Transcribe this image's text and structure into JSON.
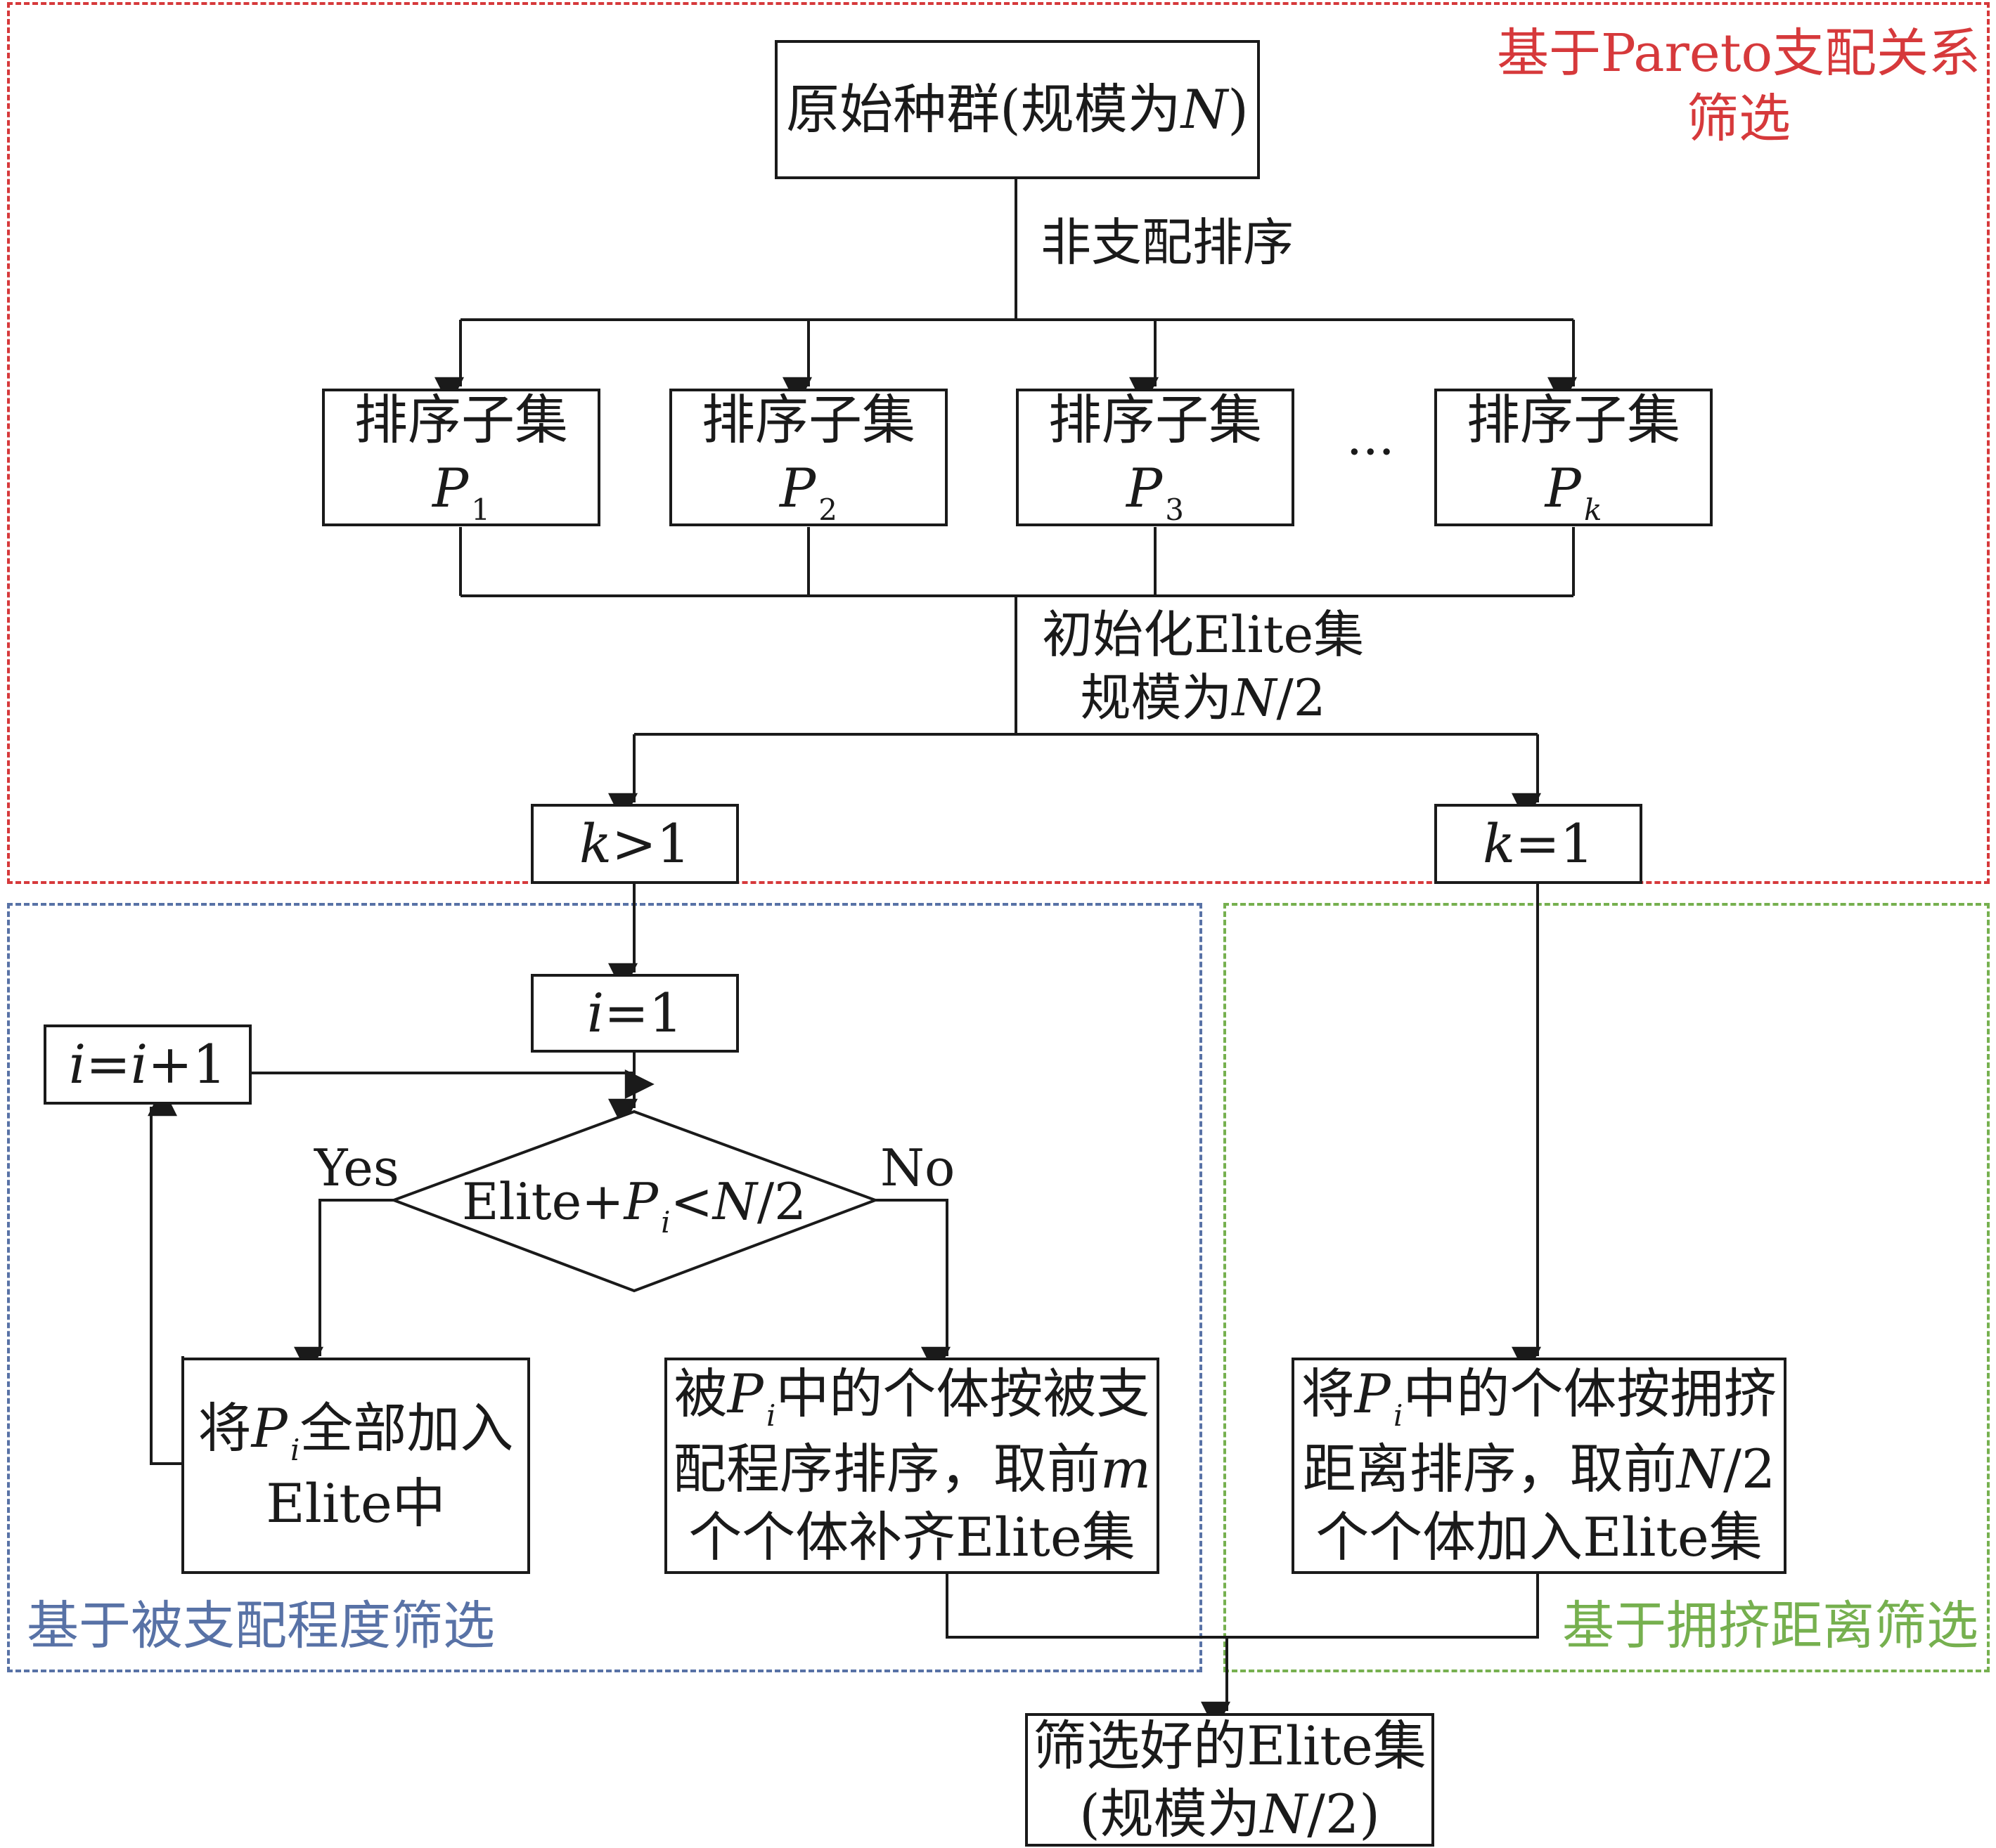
{
  "regions": {
    "pareto_title_line1": "基于Pareto支配关系",
    "pareto_title_line2": "筛选",
    "dominance_title": "基于被支配程度筛选",
    "crowding_title": "基于拥挤距离筛选"
  },
  "nodes": {
    "start": {
      "pre": "原始种群(规模为",
      "var": "N",
      "post": ")"
    },
    "sort_label": "非支配排序",
    "subset_label": "排序子集",
    "subsets": [
      {
        "var": "P",
        "sub": "1"
      },
      {
        "var": "P",
        "sub": "2"
      },
      {
        "var": "P",
        "sub": "3"
      },
      {
        "var": "P",
        "sub": "k"
      }
    ],
    "ellipsis": "···",
    "init_line1": "初始化Elite集",
    "init_line2_pre": "规模为",
    "init_line2_var": "N",
    "init_line2_post": "/2",
    "cond_k_gt": {
      "var": "k",
      "op": ">1"
    },
    "cond_k_eq": {
      "var": "k",
      "op": "=1"
    },
    "i_init": {
      "var": "i",
      "op": "=1"
    },
    "i_incr": {
      "var1": "i",
      "eq": "=",
      "var2": "i",
      "post": "+1"
    },
    "decision": {
      "pre": "Elite+",
      "var": "P",
      "sub": "i",
      "mid": "<",
      "var2": "N",
      "post": "/2"
    },
    "yes_label": "Yes",
    "no_label": "No",
    "add_all": {
      "pre": "将",
      "var": "P",
      "sub": "i",
      "post": "全部加入",
      "line2": "Elite中"
    },
    "dominance_box": {
      "l1_pre": "被",
      "l1_var": "P",
      "l1_sub": "i",
      "l1_post": "中的个体按被支",
      "l2_pre": "配程序排序，取前",
      "l2_var": "m",
      "l3": "个个体补齐Elite集"
    },
    "crowding_box": {
      "l1_pre": "将",
      "l1_var": "P",
      "l1_sub": "i",
      "l1_post": "中的个体按拥挤",
      "l2_pre": "距离排序，取前",
      "l2_var": "N",
      "l2_post": "/2",
      "l3": "个个体加入Elite集"
    },
    "final": {
      "line1": "筛选好的Elite集",
      "l2_pre": "(规模为",
      "l2_var": "N",
      "l2_post": "/2)"
    }
  },
  "colors": {
    "pareto": "#d6393b",
    "dominance": "#5872a6",
    "crowding": "#76b04f",
    "line": "#1a1a1a"
  }
}
